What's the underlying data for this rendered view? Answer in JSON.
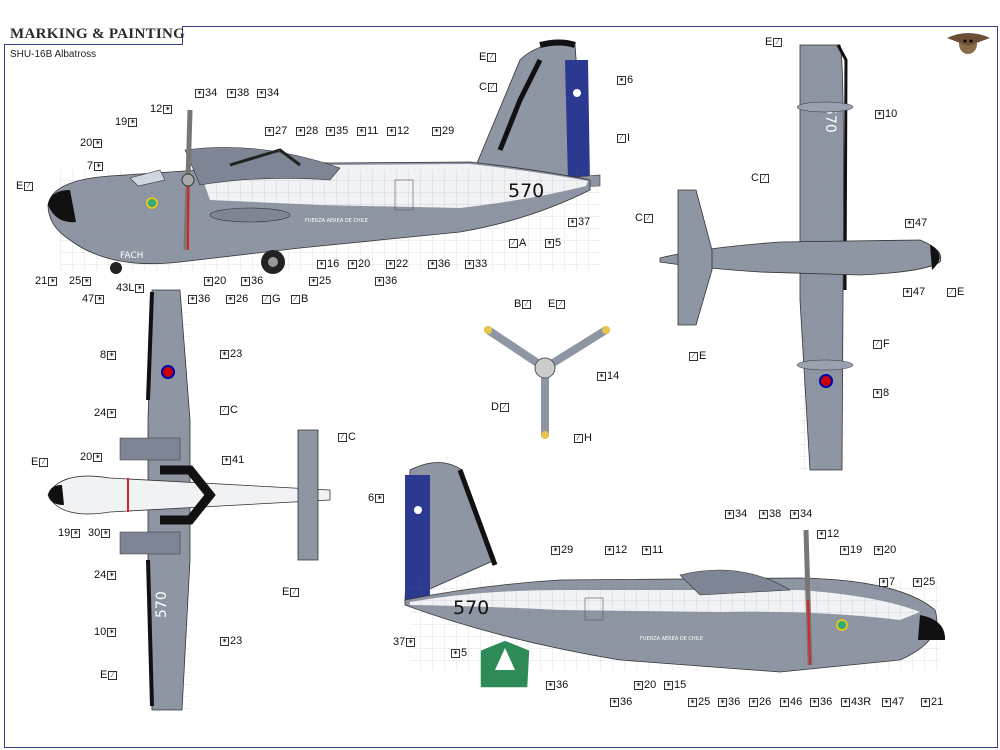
{
  "header": {
    "title": "MARKING & PAINTING",
    "subtitle": "SHU-16B Albatross"
  },
  "aircraft_markings": {
    "serial": "570",
    "unit": "FACH",
    "lettering_belly": "FUERZA AEREA DE CHILE"
  },
  "colors": {
    "upper_grey": "#8e95a3",
    "lower_white": "#f1f2f4",
    "tail_blue": "#2b3990",
    "black_nose": "#111111",
    "prop_tip_yellow": "#e8c64a",
    "frame_blue": "#3a3f8c"
  },
  "callouts": [
    {
      "id": "c1",
      "icon": "star-icon",
      "text": "34"
    },
    {
      "id": "c2",
      "icon": "star-icon",
      "text": "38"
    },
    {
      "id": "c3",
      "icon": "star-icon",
      "text": "34"
    },
    {
      "id": "c4",
      "icon": "brush-icon",
      "text": "E"
    },
    {
      "id": "c5",
      "icon": "brush-icon",
      "text": "C"
    },
    {
      "id": "c6",
      "icon": "star-icon",
      "text": "6"
    },
    {
      "id": "c7",
      "icon": "brush-icon",
      "text": "I"
    },
    {
      "id": "c8",
      "icon": "star-icon",
      "text": "12"
    },
    {
      "id": "c9",
      "icon": "star-icon",
      "text": "19"
    },
    {
      "id": "c10",
      "icon": "star-icon",
      "text": "27"
    },
    {
      "id": "c11",
      "icon": "star-icon",
      "text": "28"
    },
    {
      "id": "c12",
      "icon": "star-icon",
      "text": "35"
    },
    {
      "id": "c13",
      "icon": "star-icon",
      "text": "11"
    },
    {
      "id": "c14",
      "icon": "star-icon",
      "text": "12"
    },
    {
      "id": "c15",
      "icon": "star-icon",
      "text": "29"
    },
    {
      "id": "c16",
      "icon": "star-icon",
      "text": "20"
    },
    {
      "id": "c17",
      "icon": "star-icon",
      "text": "7"
    },
    {
      "id": "c18",
      "icon": "brush-icon",
      "text": "E"
    },
    {
      "id": "c19",
      "icon": "star-icon",
      "text": "37"
    },
    {
      "id": "c20",
      "icon": "brush-icon",
      "text": "A"
    },
    {
      "id": "c21",
      "icon": "star-icon",
      "text": "5"
    },
    {
      "id": "c22",
      "icon": "star-icon",
      "text": "21"
    },
    {
      "id": "c23",
      "icon": "star-icon",
      "text": "25"
    },
    {
      "id": "c24",
      "icon": "star-icon",
      "text": "47"
    },
    {
      "id": "c25",
      "icon": "star-icon",
      "text": "43L"
    },
    {
      "id": "c26",
      "icon": "star-icon",
      "text": "36"
    },
    {
      "id": "c27",
      "icon": "star-icon",
      "text": "20"
    },
    {
      "id": "c28",
      "icon": "star-icon",
      "text": "26"
    },
    {
      "id": "c29",
      "icon": "star-icon",
      "text": "36"
    },
    {
      "id": "c30",
      "icon": "brush-icon",
      "text": "G"
    },
    {
      "id": "c31",
      "icon": "brush-icon",
      "text": "B"
    },
    {
      "id": "c32",
      "icon": "star-icon",
      "text": "16"
    },
    {
      "id": "c33",
      "icon": "star-icon",
      "text": "20"
    },
    {
      "id": "c34",
      "icon": "star-icon",
      "text": "25"
    },
    {
      "id": "c35",
      "icon": "star-icon",
      "text": "22"
    },
    {
      "id": "c36",
      "icon": "star-icon",
      "text": "36"
    },
    {
      "id": "c37",
      "icon": "star-icon",
      "text": "36"
    },
    {
      "id": "c38",
      "icon": "star-icon",
      "text": "33"
    },
    {
      "id": "c39",
      "icon": "brush-icon",
      "text": "E"
    },
    {
      "id": "c40",
      "icon": "star-icon",
      "text": "10"
    },
    {
      "id": "c41",
      "icon": "brush-icon",
      "text": "C"
    },
    {
      "id": "c42",
      "icon": "brush-icon",
      "text": "C"
    },
    {
      "id": "c43",
      "icon": "star-icon",
      "text": "47"
    },
    {
      "id": "c44",
      "icon": "star-icon",
      "text": "47"
    },
    {
      "id": "c45",
      "icon": "brush-icon",
      "text": "E"
    },
    {
      "id": "c46",
      "icon": "brush-icon",
      "text": "E"
    },
    {
      "id": "c47",
      "icon": "brush-icon",
      "text": "F"
    },
    {
      "id": "c48",
      "icon": "star-icon",
      "text": "8"
    },
    {
      "id": "c49",
      "icon": "star-icon",
      "text": "8"
    },
    {
      "id": "c50",
      "icon": "star-icon",
      "text": "23"
    },
    {
      "id": "c51",
      "icon": "brush-icon",
      "text": "C"
    },
    {
      "id": "c52",
      "icon": "star-icon",
      "text": "24"
    },
    {
      "id": "c53",
      "icon": "brush-icon",
      "text": "E"
    },
    {
      "id": "c54",
      "icon": "star-icon",
      "text": "20"
    },
    {
      "id": "c55",
      "icon": "star-icon",
      "text": "41"
    },
    {
      "id": "c56",
      "icon": "star-icon",
      "text": "19"
    },
    {
      "id": "c57",
      "icon": "star-icon",
      "text": "30"
    },
    {
      "id": "c58",
      "icon": "star-icon",
      "text": "24"
    },
    {
      "id": "c59",
      "icon": "star-icon",
      "text": "10"
    },
    {
      "id": "c60",
      "icon": "star-icon",
      "text": "23"
    },
    {
      "id": "c61",
      "icon": "brush-icon",
      "text": "E"
    },
    {
      "id": "c62",
      "icon": "brush-icon",
      "text": "C"
    },
    {
      "id": "c63",
      "icon": "brush-icon",
      "text": "E"
    },
    {
      "id": "c64",
      "icon": "brush-icon",
      "text": "B"
    },
    {
      "id": "c65",
      "icon": "brush-icon",
      "text": "E"
    },
    {
      "id": "c66",
      "icon": "star-icon",
      "text": "14"
    },
    {
      "id": "c67",
      "icon": "brush-icon",
      "text": "D"
    },
    {
      "id": "c68",
      "icon": "brush-icon",
      "text": "H"
    },
    {
      "id": "c69",
      "icon": "star-icon",
      "text": "6"
    },
    {
      "id": "c70",
      "icon": "star-icon",
      "text": "37"
    },
    {
      "id": "c71",
      "icon": "star-icon",
      "text": "5"
    },
    {
      "id": "c72",
      "icon": "star-icon",
      "text": "29"
    },
    {
      "id": "c73",
      "icon": "star-icon",
      "text": "12"
    },
    {
      "id": "c74",
      "icon": "star-icon",
      "text": "11"
    },
    {
      "id": "c75",
      "icon": "star-icon",
      "text": "34"
    },
    {
      "id": "c76",
      "icon": "star-icon",
      "text": "38"
    },
    {
      "id": "c77",
      "icon": "star-icon",
      "text": "34"
    },
    {
      "id": "c78",
      "icon": "star-icon",
      "text": "12"
    },
    {
      "id": "c79",
      "icon": "star-icon",
      "text": "19"
    },
    {
      "id": "c80",
      "icon": "star-icon",
      "text": "20"
    },
    {
      "id": "c81",
      "icon": "star-icon",
      "text": "7"
    },
    {
      "id": "c82",
      "icon": "star-icon",
      "text": "25"
    },
    {
      "id": "c83",
      "icon": "star-icon",
      "text": "36"
    },
    {
      "id": "c84",
      "icon": "star-icon",
      "text": "36"
    },
    {
      "id": "c85",
      "icon": "star-icon",
      "text": "20"
    },
    {
      "id": "c86",
      "icon": "star-icon",
      "text": "15"
    },
    {
      "id": "c87",
      "icon": "star-icon",
      "text": "25"
    },
    {
      "id": "c88",
      "icon": "star-icon",
      "text": "36"
    },
    {
      "id": "c89",
      "icon": "star-icon",
      "text": "26"
    },
    {
      "id": "c90",
      "icon": "star-icon",
      "text": "46"
    },
    {
      "id": "c91",
      "icon": "star-icon",
      "text": "36"
    },
    {
      "id": "c92",
      "icon": "star-icon",
      "text": "43R"
    },
    {
      "id": "c93",
      "icon": "star-icon",
      "text": "47"
    },
    {
      "id": "c94",
      "icon": "star-icon",
      "text": "21"
    }
  ]
}
